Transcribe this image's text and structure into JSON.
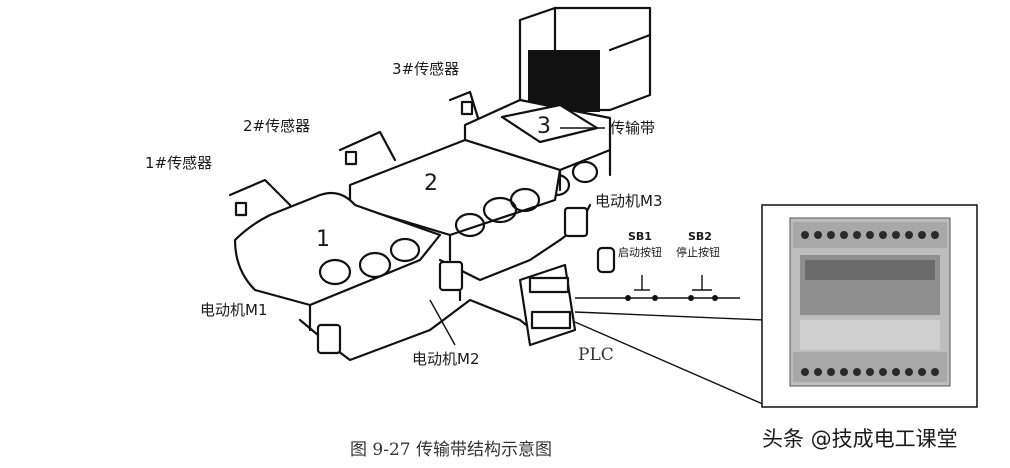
{
  "labels": {
    "sensor1": "1#传感器",
    "sensor2": "2#传感器",
    "sensor3": "3#传感器",
    "conveyor": "传输带",
    "motor1": "电动机M1",
    "motor2": "电动机M2",
    "motor3": "电动机M3",
    "sb1": "SB1",
    "sb1_desc": "启动按钮",
    "sb2": "SB2",
    "sb2_desc": "停止按钮",
    "plc": "PLC",
    "belt1": "1",
    "belt2": "2",
    "belt3": "3"
  },
  "caption": "图 9-27    传输带结构示意图",
  "watermark": "头条 @技成电工课堂"
}
